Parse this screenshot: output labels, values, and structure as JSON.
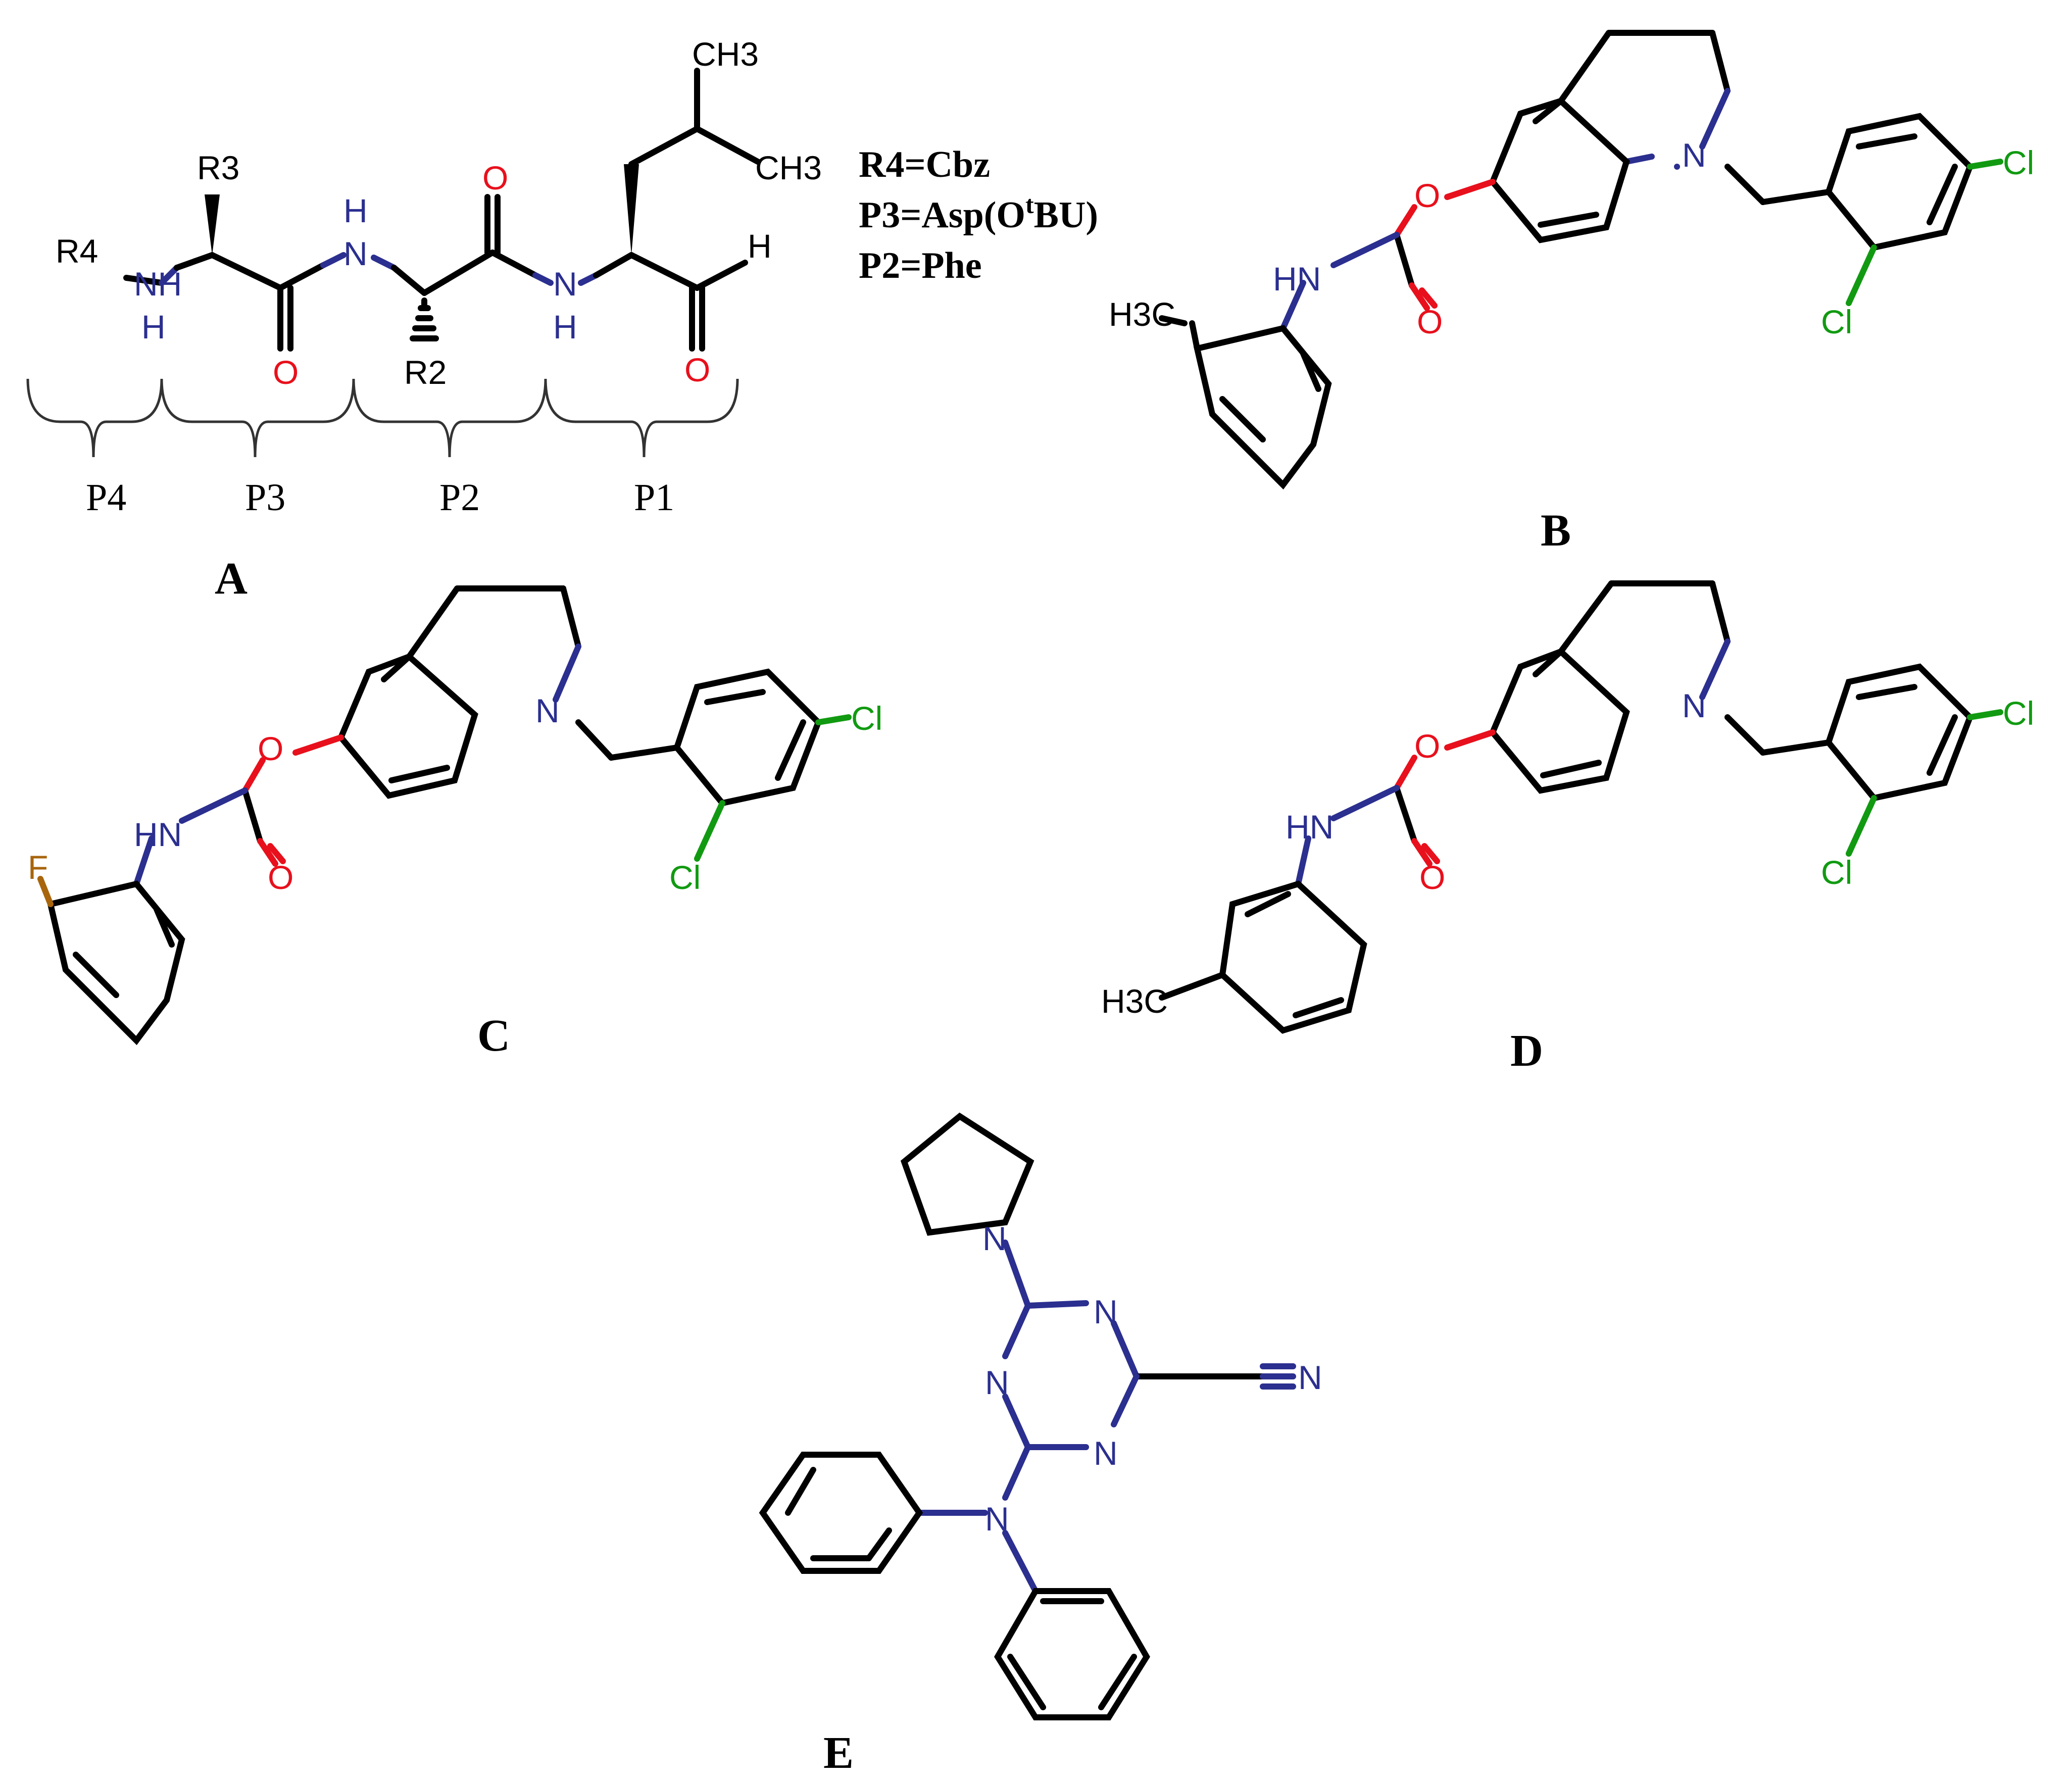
{
  "figure": {
    "panels": [
      {
        "letter": "A",
        "atoms": {
          "r3": "R3",
          "r4": "R4",
          "nh1": "NH",
          "h1": "H",
          "h2": "H",
          "n2": "N",
          "o1": "O",
          "r2": "R2",
          "o2": "O",
          "n3": "N",
          "h3": "H",
          "ch3a": "CH3",
          "ch3b": "CH3",
          "o3": "O",
          "hald": "H"
        },
        "definitions": [
          "R4=Cbz",
          "P3=Asp(OtBU)",
          "P2=Phe"
        ],
        "def_p3_parts": {
          "pre": "P3=Asp(O",
          "sup": "t",
          "post": "BU)"
        },
        "positions": [
          "P4",
          "P3",
          "P2",
          "P1"
        ]
      },
      {
        "letter": "B",
        "atoms": {
          "n": "N",
          "o": "O",
          "o2": "O",
          "nh": "HN",
          "cl1": "Cl",
          "cl2": "Cl",
          "ch3": "H3C"
        }
      },
      {
        "letter": "C",
        "atoms": {
          "n": "N",
          "o": "O",
          "o2": "O",
          "nh": "HN",
          "cl1": "Cl",
          "cl2": "Cl",
          "f": "F"
        }
      },
      {
        "letter": "D",
        "atoms": {
          "n": "N",
          "o": "O",
          "o2": "O",
          "nh": "HN",
          "cl1": "Cl",
          "cl2": "Cl",
          "ch3": "H3C"
        }
      },
      {
        "letter": "E",
        "atoms": {
          "n_pyr": "N",
          "n1": "N",
          "n2": "N",
          "n3": "N",
          "n_cn": "N",
          "n_ph": "N"
        }
      }
    ],
    "atom_colors": {
      "carbon": "#000000",
      "nitrogen": "#2b2f8f",
      "oxygen": "#e8101c",
      "chlorine": "#119a11",
      "fluorine": "#a8650c"
    }
  }
}
